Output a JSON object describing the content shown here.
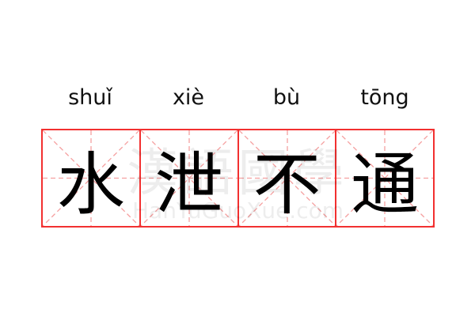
{
  "characters": [
    {
      "char": "水",
      "pinyin": "shuǐ"
    },
    {
      "char": "泄",
      "pinyin": "xiè"
    },
    {
      "char": "不",
      "pinyin": "bù"
    },
    {
      "char": "通",
      "pinyin": "tōng"
    }
  ],
  "watermark": {
    "logo": "漢語國學",
    "site": "HanYuGuoXue.com"
  },
  "colors": {
    "border": "#f23030",
    "guide": "#f5a0a0"
  }
}
